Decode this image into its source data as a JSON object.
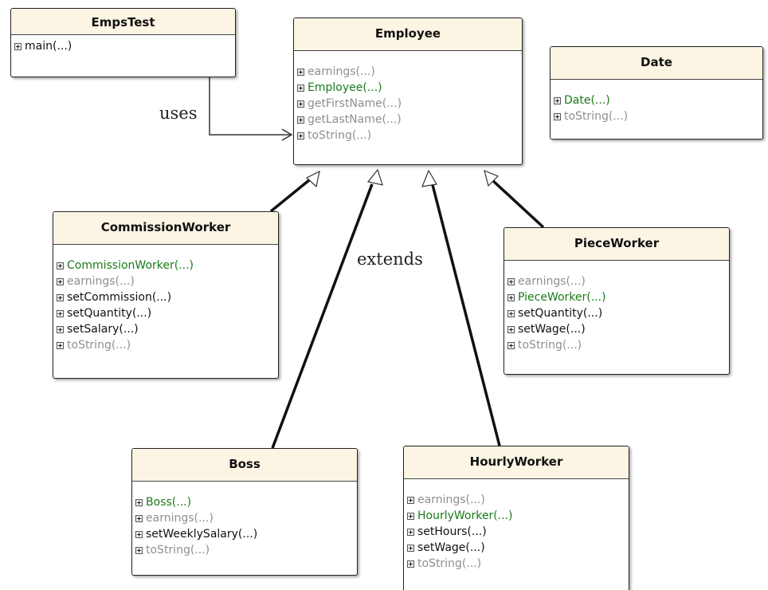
{
  "labels": {
    "uses": "uses",
    "extends": "extends"
  },
  "colors": {
    "constructor": "#1a7a1a",
    "inherited": "#8f8f8f",
    "method": "#111111",
    "header_bg": "#fcf5e4"
  },
  "classes": {
    "empstest": {
      "name": "EmpsTest",
      "members": [
        "main(...)"
      ]
    },
    "employee": {
      "name": "Employee",
      "members": [
        "earnings(...)",
        "Employee(...)",
        "getFirstName(...)",
        "getLastName(...)",
        "toString(...)"
      ]
    },
    "date": {
      "name": "Date",
      "members": [
        "Date(...)",
        "toString(...)"
      ]
    },
    "commissionworker": {
      "name": "CommissionWorker",
      "members": [
        "CommissionWorker(...)",
        "earnings(...)",
        "setCommission(...)",
        "setQuantity(...)",
        "setSalary(...)",
        "toString(...)"
      ]
    },
    "pieceworker": {
      "name": "PieceWorker",
      "members": [
        "earnings(...)",
        "PieceWorker(...)",
        "setQuantity(...)",
        "setWage(...)",
        "toString(...)"
      ]
    },
    "boss": {
      "name": "Boss",
      "members": [
        "Boss(...)",
        "earnings(...)",
        "setWeeklySalary(...)",
        "toString(...)"
      ]
    },
    "hourlyworker": {
      "name": "HourlyWorker",
      "members": [
        "earnings(...)",
        "HourlyWorker(...)",
        "setHours(...)",
        "setWage(...)",
        "toString(...)"
      ]
    }
  }
}
